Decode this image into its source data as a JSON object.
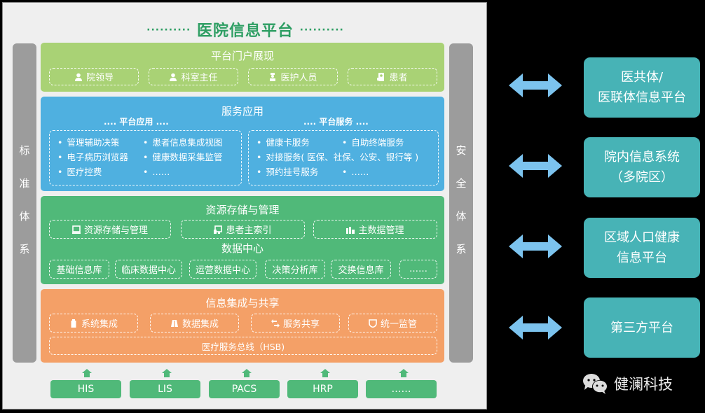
{
  "title": "医院信息平台",
  "title_dots": "··········",
  "side_left": [
    "标",
    "准",
    "体",
    "系"
  ],
  "side_right": [
    "安",
    "全",
    "体",
    "系"
  ],
  "portal": {
    "title": "平台门户展现",
    "items": [
      {
        "label": "院领导",
        "icon": "user-icon"
      },
      {
        "label": "科室主任",
        "icon": "user-icon"
      },
      {
        "label": "医护人员",
        "icon": "nurse-icon"
      },
      {
        "label": "患者",
        "icon": "patient-icon"
      }
    ]
  },
  "service": {
    "title": "服务应用",
    "app_head": ".... 平台应用 ....",
    "svc_head": ".... 平台服务 ....",
    "apps": [
      [
        "管理辅助决策",
        "患者信息集成视图"
      ],
      [
        "电子病历浏览器",
        "健康数据采集监管"
      ],
      [
        "医疗控费",
        "……"
      ]
    ],
    "svcs": [
      [
        "健康卡服务",
        "自助终端服务"
      ],
      [
        "对接服务( 医保、社保、公安、银行等 )"
      ],
      [
        "预约挂号服务",
        "……"
      ]
    ]
  },
  "storage": {
    "title": "资源存储与管理",
    "items": [
      {
        "label": "资源存储与管理",
        "icon": "monitor-icon"
      },
      {
        "label": "患者主索引",
        "icon": "index-icon"
      },
      {
        "label": "主数据管理",
        "icon": "chart-icon"
      }
    ],
    "dc_title": "数据中心",
    "dc_items": [
      "基础信息库",
      "临床数据中心",
      "运营数据中心",
      "决策分析库",
      "交换信息库",
      "……"
    ]
  },
  "integ": {
    "title": "信息集成与共享",
    "items": [
      {
        "label": "系统集成",
        "icon": "battery-icon"
      },
      {
        "label": "数据集成",
        "icon": "book-icon"
      },
      {
        "label": "服务共享",
        "icon": "swap-icon"
      },
      {
        "label": "统一监管",
        "icon": "shield-icon"
      }
    ],
    "bus": "医疗服务总线（HSB)"
  },
  "sources": [
    "HIS",
    "LIS",
    "PACS",
    "HRP",
    "……"
  ],
  "external": [
    {
      "line1": "医共体/",
      "line2": "医联体信息平台"
    },
    {
      "line1": "院内信息系统",
      "line2": "（多院区）"
    },
    {
      "line1": "区域人口健康",
      "line2": "信息平台"
    },
    {
      "line1": "第三方平台",
      "line2": ""
    }
  ],
  "brand": "健澜科技",
  "colors": {
    "portal": "#a9d275",
    "service": "#4fb0e0",
    "storage": "#50b979",
    "integ": "#f4a067",
    "external": "#47b3b6",
    "arrow": "#7cc3ee",
    "title": "#2e9e63"
  }
}
